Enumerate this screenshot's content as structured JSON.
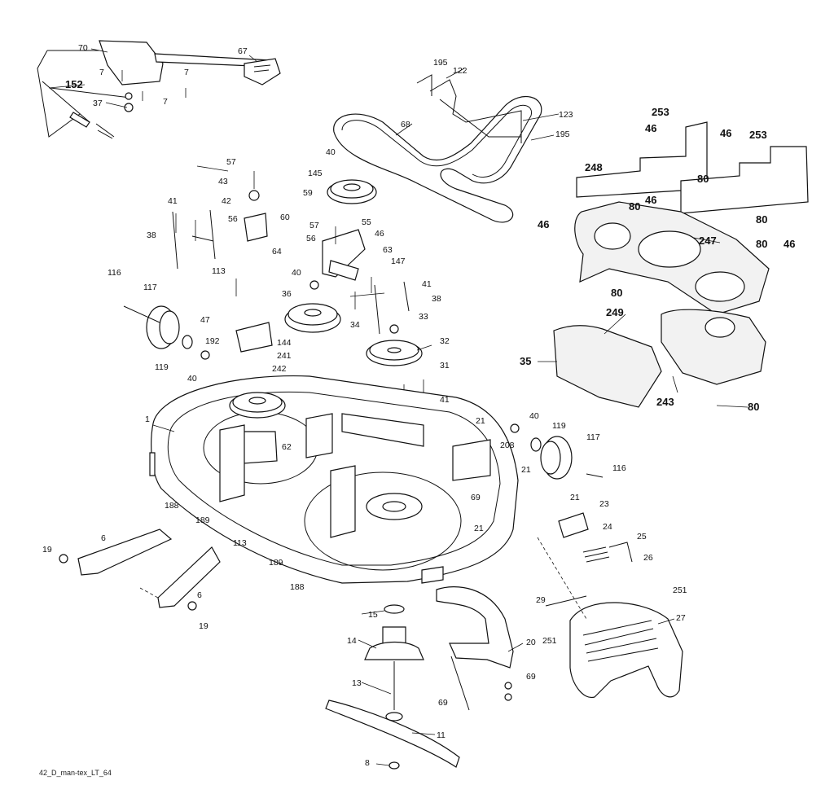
{
  "footer_code": "42_D_man-tex_LT_64",
  "callouts": [
    "70",
    "67",
    "7",
    "7",
    "152",
    "37",
    "7",
    "195",
    "122",
    "123",
    "195",
    "68",
    "253",
    "46",
    "46",
    "253",
    "248",
    "80",
    "46",
    "80",
    "46",
    "80",
    "247",
    "46",
    "80",
    "80",
    "249",
    "35",
    "243",
    "80",
    "57",
    "43",
    "42",
    "56",
    "60",
    "40",
    "145",
    "59",
    "57",
    "55",
    "56",
    "46",
    "63",
    "64",
    "147",
    "41",
    "41",
    "38",
    "116",
    "117",
    "113",
    "47",
    "192",
    "119",
    "40",
    "36",
    "40",
    "34",
    "38",
    "144",
    "33",
    "32",
    "241",
    "242",
    "31",
    "41",
    "1",
    "62",
    "21",
    "40",
    "119",
    "117",
    "208",
    "21",
    "116",
    "69",
    "188",
    "189",
    "113",
    "189",
    "188",
    "21",
    "23",
    "24",
    "21",
    "25",
    "19",
    "6",
    "6",
    "19",
    "15",
    "14",
    "13",
    "26",
    "251",
    "29",
    "27",
    "251",
    "20",
    "69",
    "69",
    "11",
    "8"
  ]
}
